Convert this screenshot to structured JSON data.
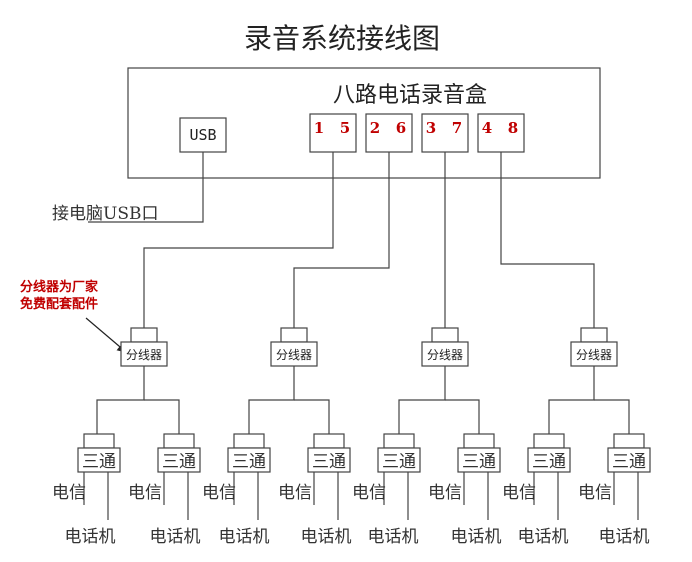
{
  "title": "录音系统接线图",
  "device": {
    "label": "八路电话录音盒",
    "usb_label": "USB",
    "ports": [
      {
        "a": "1",
        "b": "5"
      },
      {
        "a": "2",
        "b": "6"
      },
      {
        "a": "3",
        "b": "7"
      },
      {
        "a": "4",
        "b": "8"
      }
    ]
  },
  "usb_caption": "接电脑USB口",
  "note": {
    "line1": "分线器为厂家",
    "line2": "免费配套配件"
  },
  "splitter_label": "分线器",
  "tee_label": "三通",
  "line_label": "电信",
  "phone_label": "电话机",
  "colors": {
    "wire": "#444444",
    "port_text": "#c00000",
    "note": "#c00000"
  }
}
